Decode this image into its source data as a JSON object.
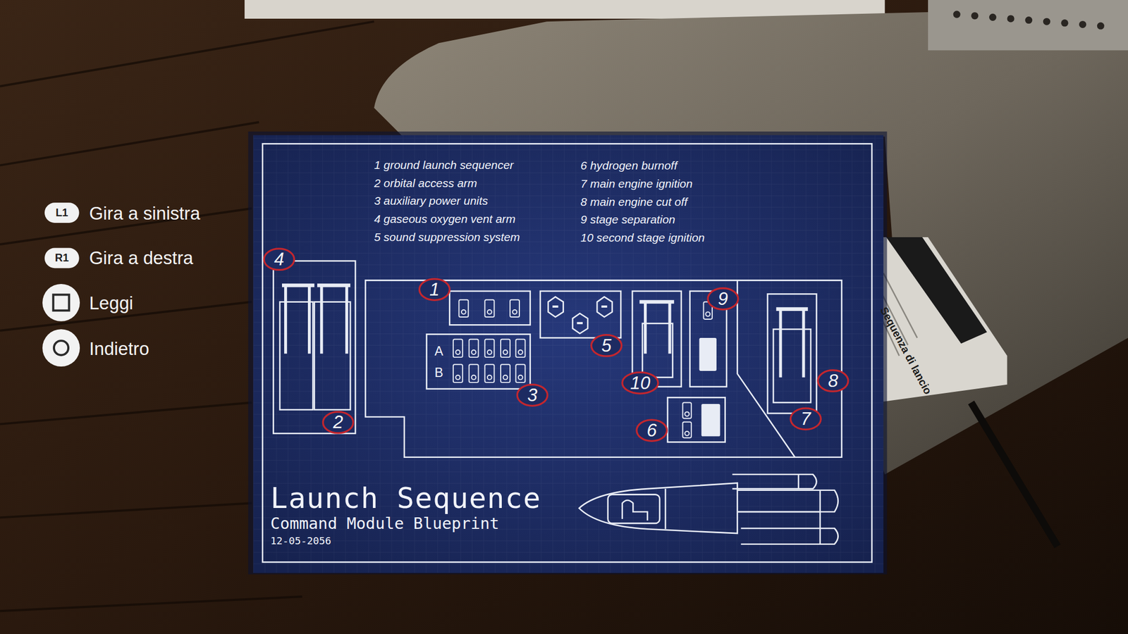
{
  "diagram": {
    "title": "Launch Sequence",
    "nodes": [
      {
        "text": [
          "L1"
        ]
      },
      {
        "text": [
          "R1"
        ]
      },
      {
        "text": [
          "4"
        ]
      },
      {
        "text": [
          "1"
        ]
      },
      {
        "text": [
          "9"
        ]
      },
      {
        "text": [
          "5"
        ]
      },
      {
        "text": [
          "10"
        ]
      },
      {
        "text": [
          "8"
        ]
      },
      {
        "text": [
          "3"
        ]
      },
      {
        "text": [
          "2"
        ]
      },
      {
        "text": [
          "6"
        ]
      },
      {
        "text": [
          "7"
        ]
      }
    ],
    "edges": [],
    "labels": [
      "1 ground launch sequencer",
      "2 orbital access arm",
      "3 auxiliary power units",
      "4 gaseous oxygen vent arm",
      "5 sound suppression system",
      "6 hydrogen burnoff",
      "7 main engine ignition",
      "8 main engine cut off",
      "9 stage separation",
      "10 second stage ignition",
      "Gira a sinistra",
      "Gira a destra",
      "Leggi",
      "Indietro",
      "A",
      "B",
      "Command Module Blueprint",
      "12-05-2056",
      "Sequenza di lancio"
    ]
  }
}
